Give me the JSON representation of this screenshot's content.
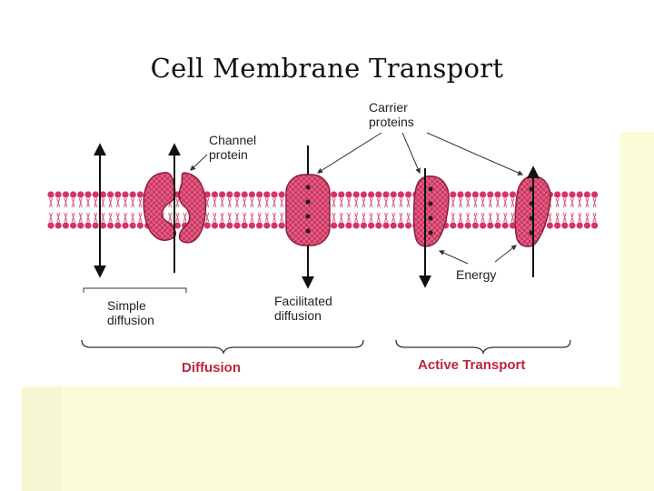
{
  "title": "Cell Membrane Transport",
  "labels": {
    "carrier_proteins": [
      "Carrier",
      "proteins"
    ],
    "channel_protein": [
      "Channel",
      "protein"
    ],
    "simple_diffusion": [
      "Simple",
      "diffusion"
    ],
    "facilitated_diffusion": [
      "Facilitated",
      "diffusion"
    ],
    "energy": "Energy",
    "diffusion": "Diffusion",
    "active_transport": "Active Transport"
  },
  "colors": {
    "membrane_head": "#d6336a",
    "protein_fill": "#e0577f",
    "heading_red": "#c0243e",
    "background_yellow": "#fbfbd8"
  }
}
